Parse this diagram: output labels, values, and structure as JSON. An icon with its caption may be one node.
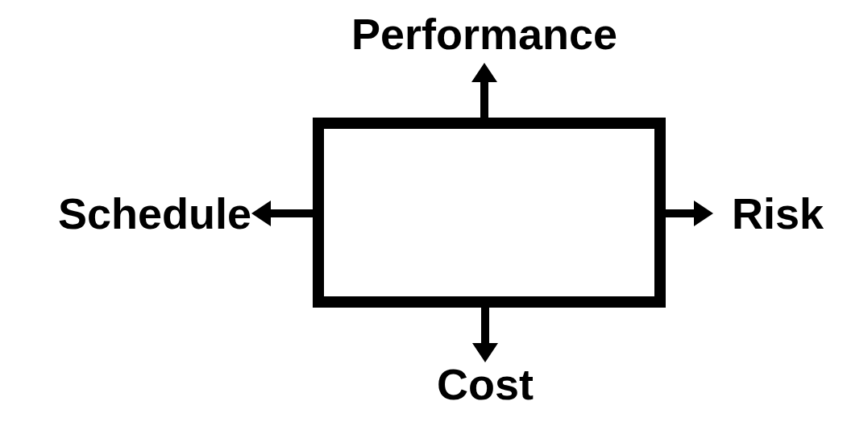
{
  "diagram": {
    "nodes": [
      {
        "text": [],
        "shape": "box"
      },
      {
        "text": [
          "Performance"
        ]
      },
      {
        "text": [
          "Schedule"
        ]
      },
      {
        "text": [
          "Risk"
        ]
      },
      {
        "text": [
          "Cost"
        ]
      }
    ],
    "edges": [
      {
        "from": 0,
        "to": 1,
        "arrow": "to"
      },
      {
        "from": 0,
        "to": 2,
        "arrow": "to"
      },
      {
        "from": 0,
        "to": 3,
        "arrow": "to"
      },
      {
        "from": 0,
        "to": 4,
        "arrow": "to"
      }
    ]
  }
}
